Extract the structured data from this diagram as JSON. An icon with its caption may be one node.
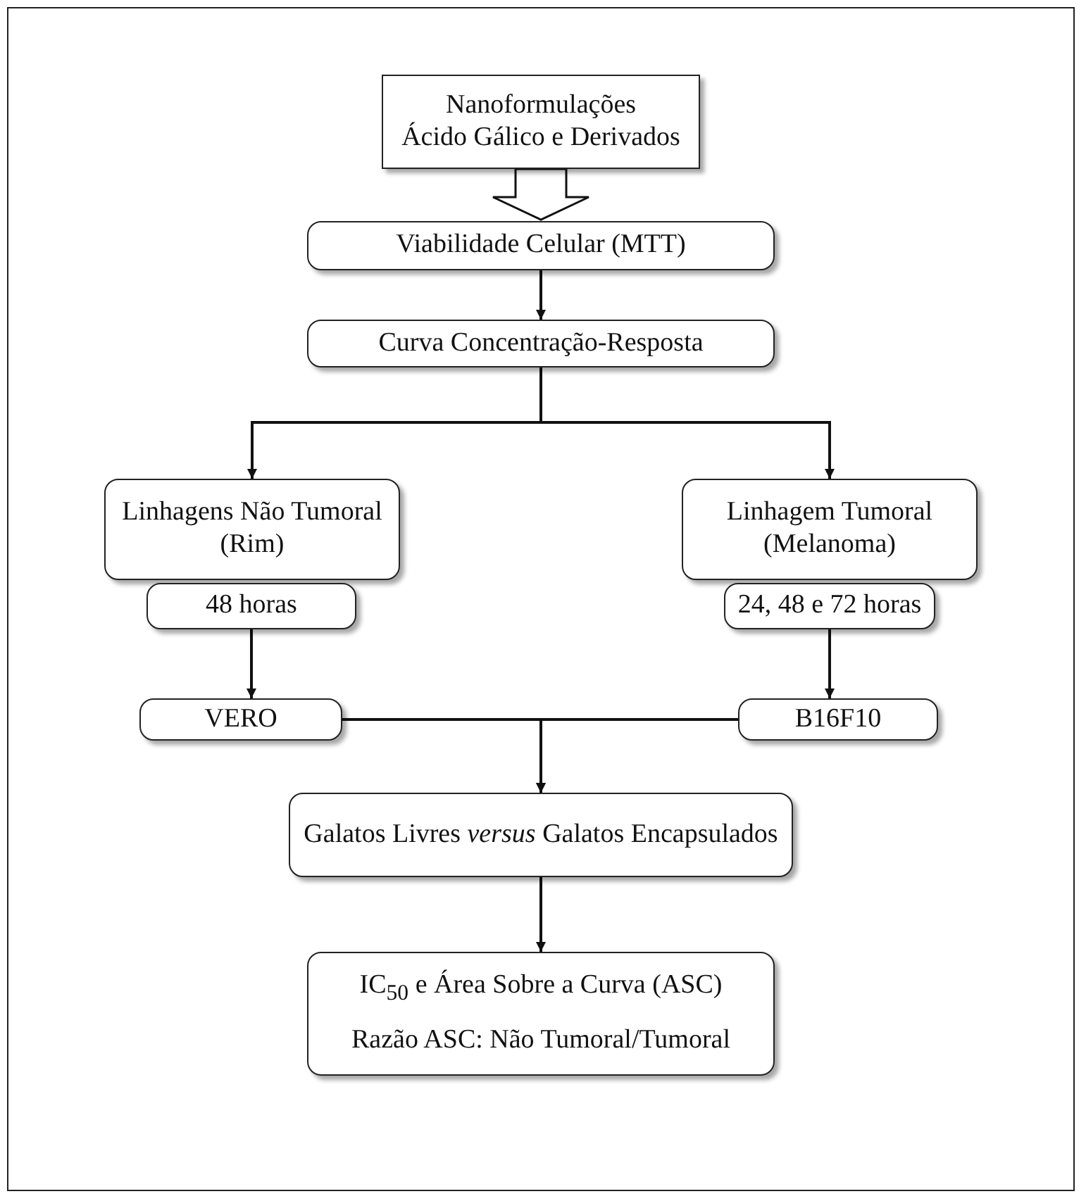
{
  "diagram": {
    "nodes": [
      {
        "text": [
          "Nanoformulações",
          "Ácido Gálico e Derivados"
        ]
      },
      {
        "text": [
          "Viabilidade Celular (MTT)"
        ]
      },
      {
        "text": [
          "Curva Concentração-Resposta"
        ]
      },
      {
        "text": [
          "Linhagens Não Tumoral (Rim)"
        ]
      },
      {
        "text": [
          "Linhagem Tumoral (Melanoma)"
        ]
      },
      {
        "text": [
          "48 horas"
        ]
      },
      {
        "text": [
          "24, 48 e 72 horas"
        ]
      },
      {
        "text": [
          "VERO"
        ]
      },
      {
        "text": [
          "B16F10"
        ]
      },
      {
        "text": [
          "Galatos Livres *versus* Galatos Encapsulados"
        ]
      },
      {
        "text": [
          "IC$_{50}$ e Área Sobre a Curva (ASC)",
          "Razão ASC: Não Tumoral/Tumoral"
        ]
      }
    ],
    "edges": [
      {
        "from": 0,
        "to": 1,
        "arrow": "to",
        "style": "thick"
      },
      {
        "from": 1,
        "to": 2,
        "arrow": "to"
      },
      {
        "from": 2,
        "to": 3,
        "arrow": "to"
      },
      {
        "from": 2,
        "to": 4,
        "arrow": "to"
      },
      {
        "from": 5,
        "to": 7,
        "arrow": "to"
      },
      {
        "from": 6,
        "to": 8,
        "arrow": "to"
      },
      {
        "from": 7,
        "to": 9,
        "arrow": "to"
      },
      {
        "from": 8,
        "to": 9,
        "arrow": "to"
      },
      {
        "from": 9,
        "to": 10,
        "arrow": "to"
      }
    ]
  }
}
